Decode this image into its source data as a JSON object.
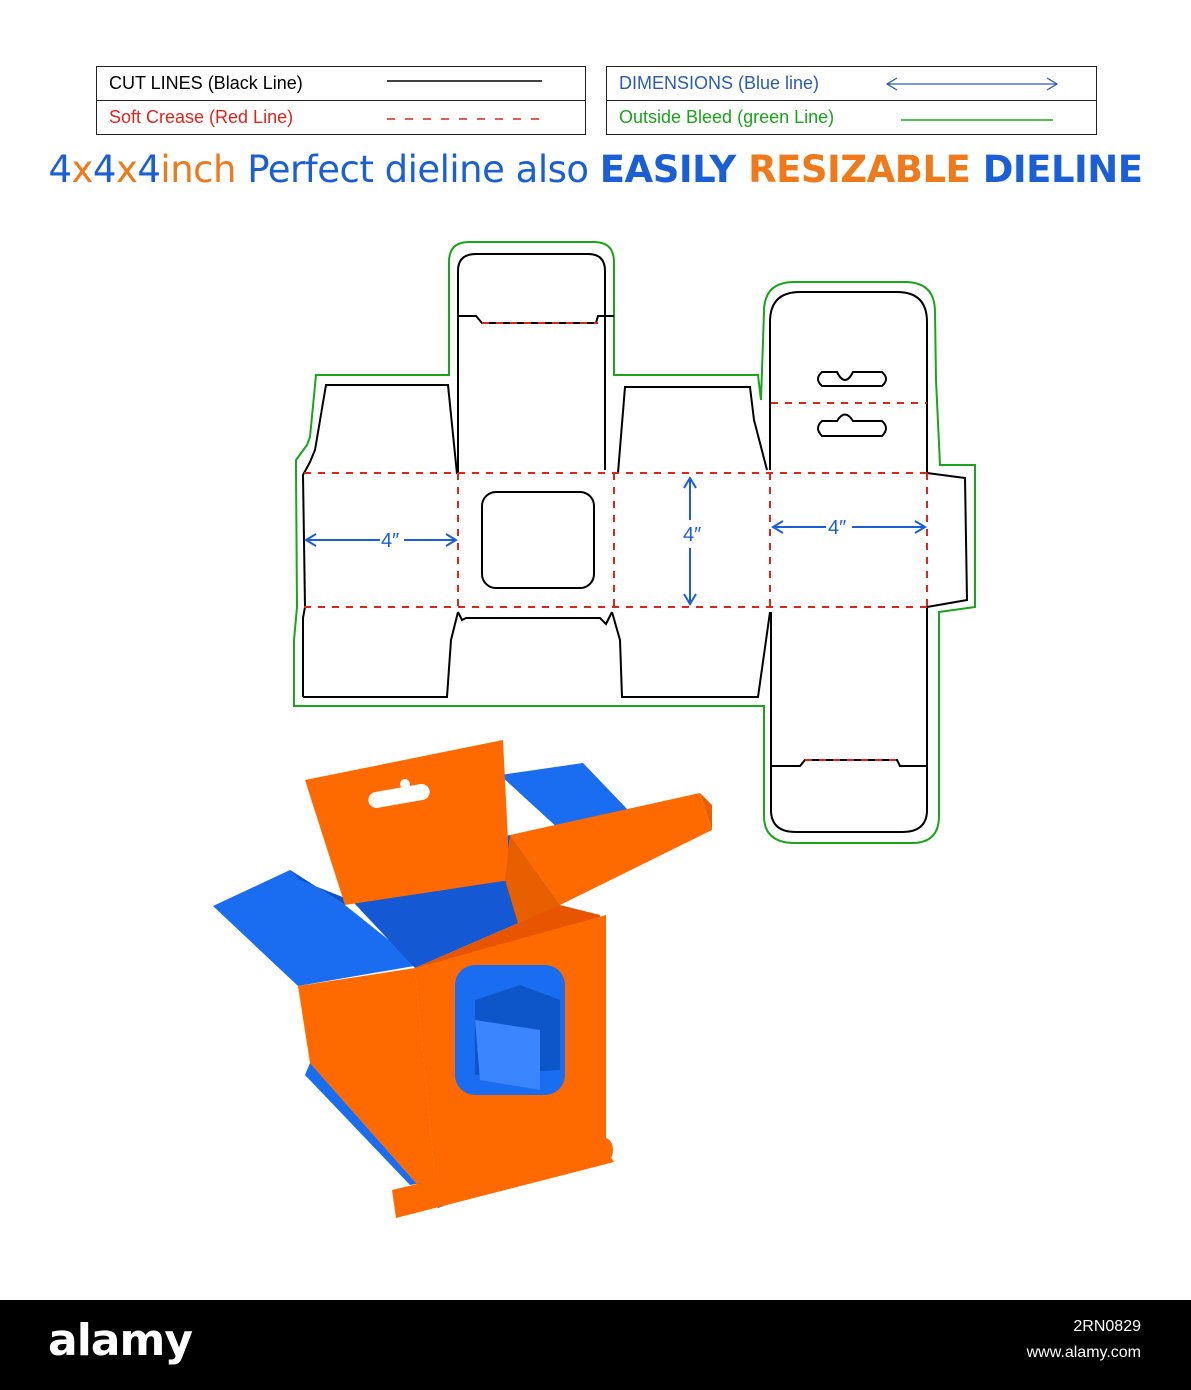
{
  "legend": {
    "left": [
      {
        "label": "CUT LINES (Black Line)",
        "color": "#000000",
        "style": "solid"
      },
      {
        "label": "Soft Crease (Red Line)",
        "color": "#e2231a",
        "style": "dashed"
      }
    ],
    "right": [
      {
        "label": "DIMENSIONS (Blue line)",
        "color": "#2a5db0",
        "style": "arrow"
      },
      {
        "label": "Outside Bleed (green Line)",
        "color": "#1aa51a",
        "style": "solid"
      }
    ]
  },
  "headline": {
    "part1": "4",
    "part2": "x",
    "part3": "4",
    "part4": "x",
    "part5": "4",
    "part6": "inch",
    "part7": " Perfect dieline also ",
    "part8": "EASILY",
    "part9": " RESIZABLE ",
    "part10": "DIELINE"
  },
  "dimensions": {
    "width_left": "4″",
    "height_center": "4″",
    "width_right": "4″"
  },
  "colors": {
    "cut": "#000000",
    "crease": "#e2231a",
    "dimension": "#1a5fd6",
    "bleed": "#1aa51a",
    "box_orange": "#ff6a00",
    "box_blue": "#1a6cf0"
  },
  "footer": {
    "logo": "alamy",
    "image_id": "2RN0829",
    "url": "www.alamy.com"
  }
}
